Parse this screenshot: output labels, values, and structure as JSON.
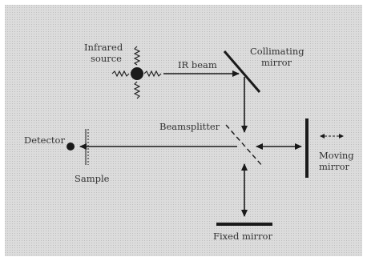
{
  "diagram": {
    "title": "",
    "colors": {
      "background": "#d8d8d8",
      "page": "#ffffff",
      "line": "#1a1a1a",
      "text": "#333333"
    },
    "labels": {
      "infrared_source_line1": "Infrared",
      "infrared_source_line2": "source",
      "ir_beam": "IR beam",
      "collimating_mirror_line1": "Collimating",
      "collimating_mirror_line2": "mirror",
      "beamsplitter": "Beamsplitter",
      "detector": "Detector",
      "sample": "Sample",
      "moving_mirror_line1": "Moving",
      "moving_mirror_line2": "mirror",
      "fixed_mirror": "Fixed mirror"
    },
    "components": [
      "infrared-source",
      "collimating-mirror",
      "beamsplitter",
      "moving-mirror",
      "fixed-mirror",
      "sample",
      "detector"
    ]
  }
}
